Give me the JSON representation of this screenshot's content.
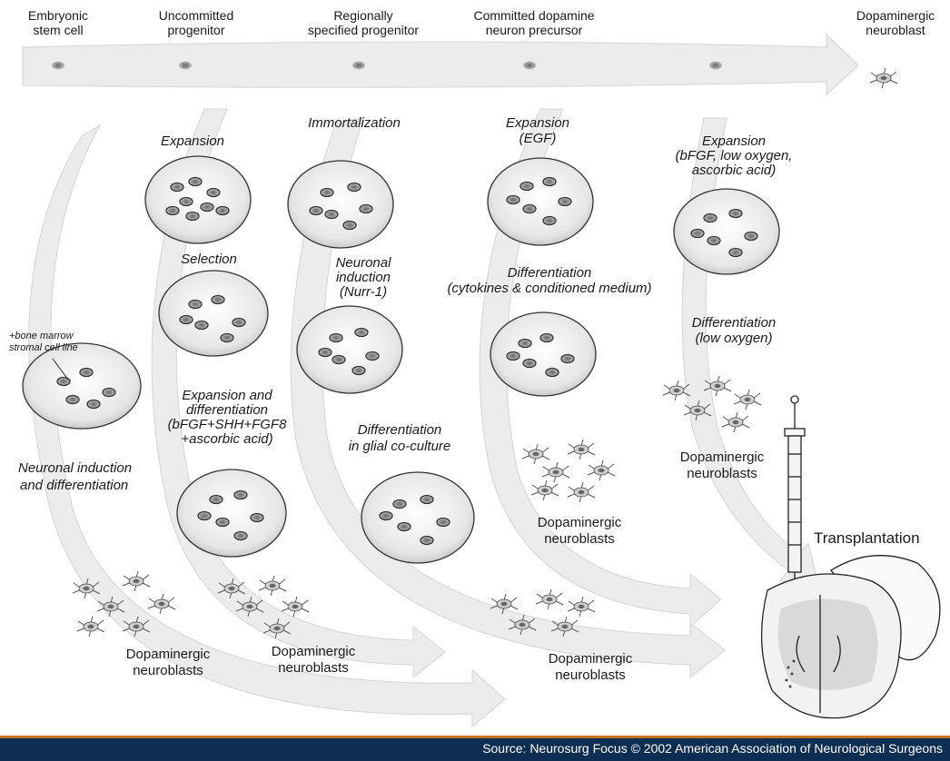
{
  "stages": [
    [
      "Embryonic",
      "stem cell"
    ],
    [
      "Uncommitted",
      "progenitor"
    ],
    [
      "Regionally",
      "specified progenitor"
    ],
    [
      "Committed dopamine",
      "neuron precursor"
    ],
    [
      "Dopaminergic",
      "neuroblast"
    ]
  ],
  "col1": {
    "marrow": [
      "+bone marrow",
      "stromal cell line"
    ],
    "induction": [
      "Neuronal induction",
      "and differentiation"
    ],
    "result": [
      "Dopaminergic",
      "neuroblasts"
    ]
  },
  "col2": {
    "expansion": "Expansion",
    "selection": "Selection",
    "expdiff": [
      "Expansion and",
      "differentiation",
      "(bFGF+SHH+FGF8",
      "+ascorbic acid)"
    ],
    "result": [
      "Dopaminergic",
      "neuroblasts"
    ]
  },
  "col3": {
    "immortal": "Immortalization",
    "induction": [
      "Neuronal",
      "induction",
      "(Nurr-1)"
    ],
    "glial": [
      "Differentiation",
      "in glial co-culture"
    ]
  },
  "col4": {
    "expansion": [
      "Expansion",
      "(EGF)"
    ],
    "diff": [
      "Differentiation",
      "(cytokines & conditioned medium)"
    ],
    "result_mid": [
      "Dopaminergic",
      "neuroblasts"
    ],
    "result_low": [
      "Dopaminergic",
      "neuroblasts"
    ]
  },
  "col5": {
    "expansion": [
      "Expansion",
      "(bFGF, low oxygen,",
      "ascorbic acid)"
    ],
    "diff": [
      "Differentiation",
      "(low oxygen)"
    ],
    "result": [
      "Dopaminergic",
      "neuroblasts"
    ]
  },
  "transplant": "Transplantation",
  "source": "Source: Neurosurg Focus © 2002 American Association of Neurological Surgeons",
  "colors": {
    "footer_bg": "#0e2d52",
    "footer_accent": "#c8741f",
    "arrow_fill": "#ececec",
    "ink": "#1a1a1a"
  }
}
